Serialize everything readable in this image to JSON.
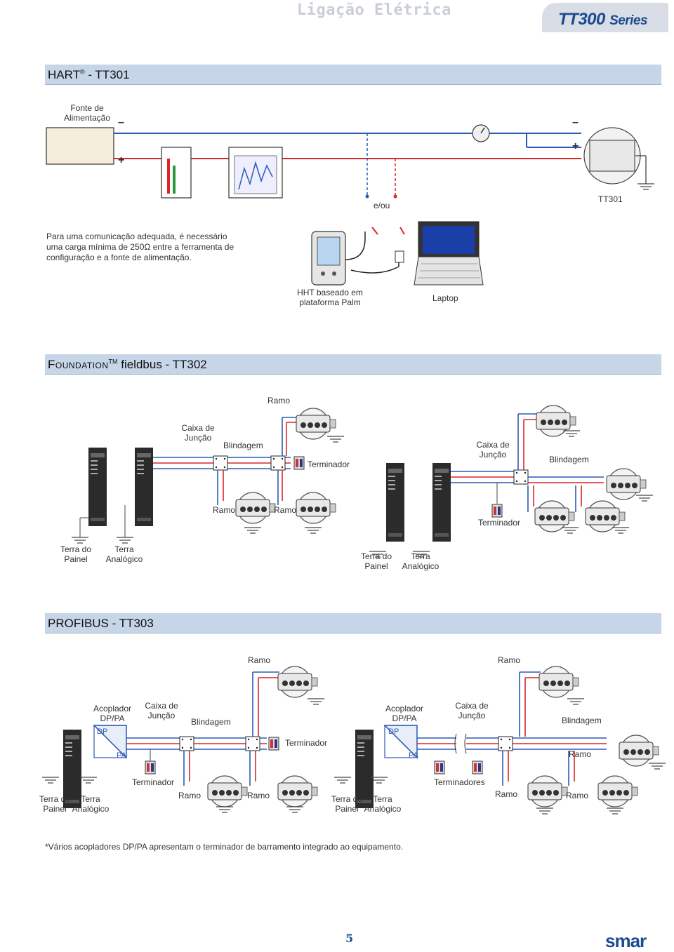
{
  "header": {
    "title": "Ligação Elétrica",
    "series_main": "TT300",
    "series_sub": "Series"
  },
  "colors": {
    "wire_blue": "#2b5bb5",
    "wire_red": "#d8262c",
    "section_bg": "#c6d6e8",
    "brand": "#1d4b8f"
  },
  "hart": {
    "title": "HART",
    "title_sup": "®",
    "title_suffix": " - TT301",
    "power_supply": "Fonte de\nAlimentação",
    "minus": "–",
    "plus": "+",
    "eou": "e/ou",
    "device": "TT301",
    "note": "Para uma comunicação adequada, é necessário uma carga mínima de 250Ω entre a ferramenta de configuração e a fonte de alimentação.",
    "hht": "HHT baseado em\nplataforma Palm",
    "laptop": "Laptop"
  },
  "fieldbus": {
    "title_brand": "Foundation",
    "title_sup": "TM",
    "title_suffix": " fieldbus - TT302",
    "ramo": "Ramo",
    "caixa": "Caixa de\nJunção",
    "blindagem": "Blindagem",
    "terminador": "Terminador",
    "terra_painel": "Terra do\nPainel",
    "terra_analogico": "Terra\nAnalógico"
  },
  "profibus": {
    "title": "PROFIBUS - TT303",
    "ramo": "Ramo",
    "acoplador": "Acoplador\nDP/PA",
    "caixa": "Caixa de\nJunção",
    "blindagem": "Blindagem",
    "terminador": "Terminador",
    "terminadores": "Terminadores",
    "dp": "DP",
    "pa": "PA",
    "terra_painel": "Terra do\nPainel",
    "terra_analogico": "Terra\nAnalógico",
    "footnote": "*Vários acopladores DP/PA apresentam o terminador de barramento integrado ao equipamento."
  },
  "footer": {
    "page": "5",
    "logo": "smar"
  }
}
